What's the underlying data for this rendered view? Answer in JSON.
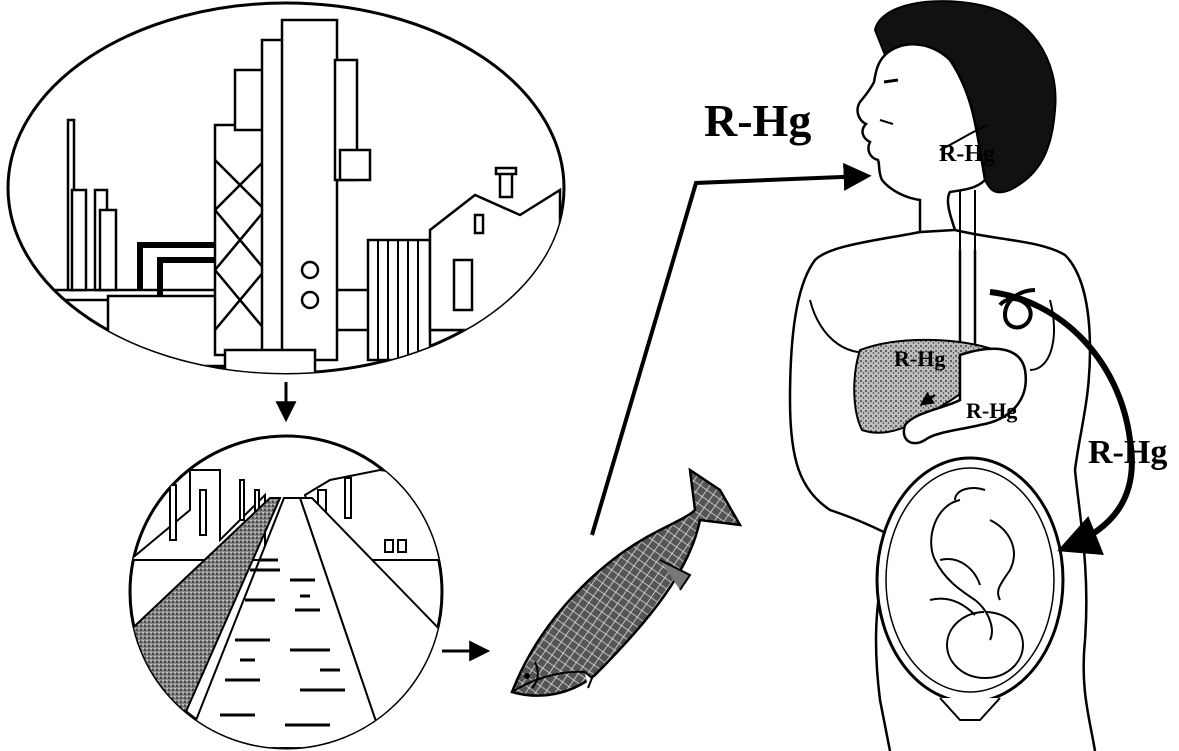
{
  "labels": {
    "mouth_intake": "R-Hg",
    "throat": "R-Hg",
    "liver": "R-Hg",
    "liver_duct": "R-Hg",
    "placental_transfer": "R-Hg"
  },
  "colors": {
    "ink": "#000000",
    "paper": "#ffffff",
    "stipple": "#9a9a9a",
    "hair": "#111111"
  }
}
